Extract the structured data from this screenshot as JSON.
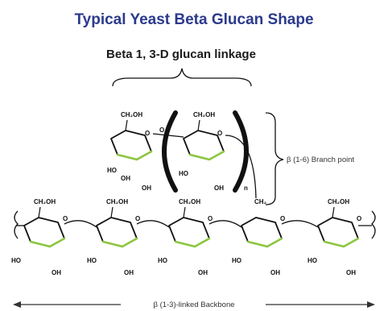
{
  "title": "Typical Yeast Beta Glucan Shape",
  "subtitle": "Beta 1, 3-D glucan linkage",
  "branch_label": "β (1-6) Branch point",
  "backbone_label": "β (1-3)-linked Backbone",
  "repeat_subscript": "n",
  "colors": {
    "title": "#2b3a8c",
    "ring_highlight": "#8cc63f",
    "ink": "#111111"
  },
  "labels": {
    "ch2oh": "CH₂OH",
    "ch2": "CH₂",
    "oh": "OH",
    "ho": "HO",
    "o": "O"
  }
}
